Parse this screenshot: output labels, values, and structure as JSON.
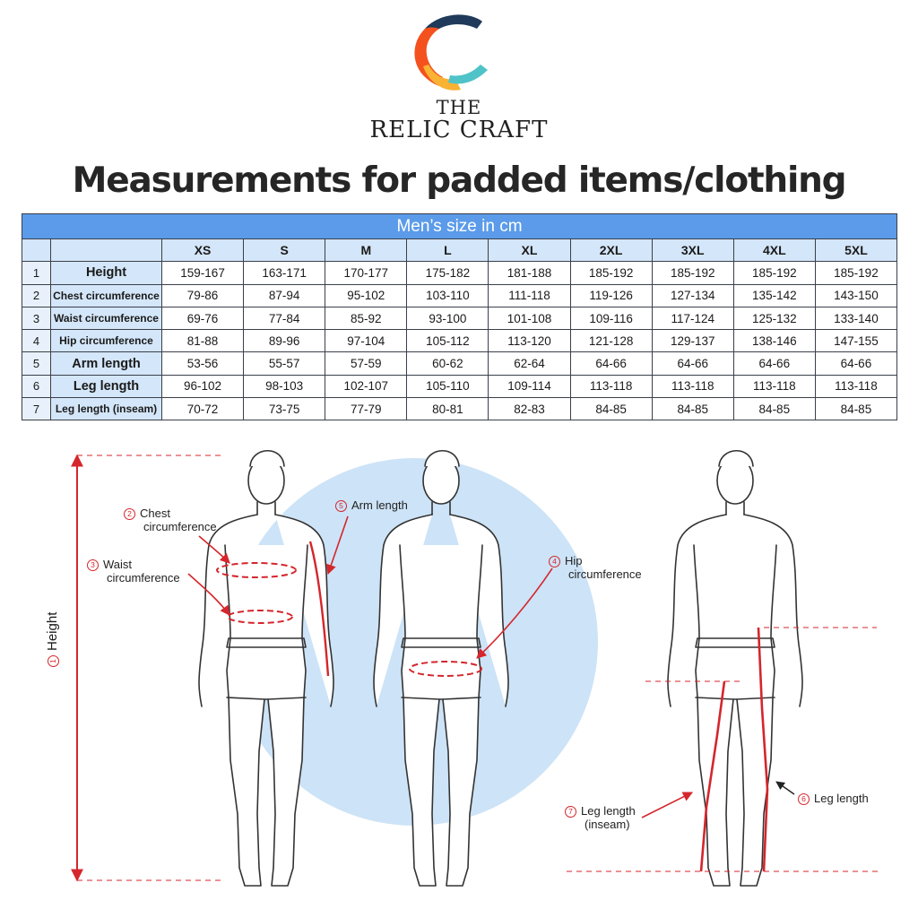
{
  "brand": {
    "line1": "THE",
    "line2": "RELIC CRAFT"
  },
  "title": "Measurements for padded items/clothing",
  "table": {
    "caption": "Men’s size in cm",
    "sizes": [
      "XS",
      "S",
      "M",
      "L",
      "XL",
      "2XL",
      "3XL",
      "4XL",
      "5XL"
    ],
    "rows": [
      {
        "num": "1",
        "label": "Height",
        "values": [
          "159-167",
          "163-171",
          "170-177",
          "175-182",
          "181-188",
          "185-192",
          "185-192",
          "185-192",
          "185-192"
        ]
      },
      {
        "num": "2",
        "label": "Chest circumference",
        "values": [
          "79-86",
          "87-94",
          "95-102",
          "103-110",
          "111-118",
          "119-126",
          "127-134",
          "135-142",
          "143-150"
        ]
      },
      {
        "num": "3",
        "label": "Waist circumference",
        "values": [
          "69-76",
          "77-84",
          "85-92",
          "93-100",
          "101-108",
          "109-116",
          "117-124",
          "125-132",
          "133-140"
        ]
      },
      {
        "num": "4",
        "label": "Hip circumference",
        "values": [
          "81-88",
          "89-96",
          "97-104",
          "105-112",
          "113-120",
          "121-128",
          "129-137",
          "138-146",
          "147-155"
        ]
      },
      {
        "num": "5",
        "label": "Arm length",
        "values": [
          "53-56",
          "55-57",
          "57-59",
          "60-62",
          "62-64",
          "64-66",
          "64-66",
          "64-66",
          "64-66"
        ]
      },
      {
        "num": "6",
        "label": "Leg length",
        "values": [
          "96-102",
          "98-103",
          "102-107",
          "105-110",
          "109-114",
          "113-118",
          "113-118",
          "113-118",
          "113-118"
        ]
      },
      {
        "num": "7",
        "label": "Leg length (inseam)",
        "values": [
          "70-72",
          "73-75",
          "77-79",
          "80-81",
          "82-83",
          "84-85",
          "84-85",
          "84-85",
          "84-85"
        ]
      }
    ]
  },
  "annotations": {
    "height": {
      "num": "1",
      "text": "Height"
    },
    "chest": {
      "num": "2",
      "line1": "Chest",
      "line2": "circumference"
    },
    "waist": {
      "num": "3",
      "line1": "Waist",
      "line2": "circumference"
    },
    "hip": {
      "num": "4",
      "line1": "Hip",
      "line2": "circumference"
    },
    "arm": {
      "num": "5",
      "text": "Arm length"
    },
    "leg": {
      "num": "6",
      "text": "Leg length"
    },
    "inseam": {
      "num": "7",
      "line1": "Leg length",
      "line2": "(inseam)"
    }
  },
  "colors": {
    "header_blue": "#5b9bea",
    "cell_blue": "#d4e6f9",
    "accent_red": "#d4262c",
    "circle_blue": "#cde3f7",
    "logo_orange": "#f4511e",
    "logo_yellow": "#f9b233",
    "logo_teal": "#4fc3c8",
    "logo_navy": "#1f3a5a"
  }
}
